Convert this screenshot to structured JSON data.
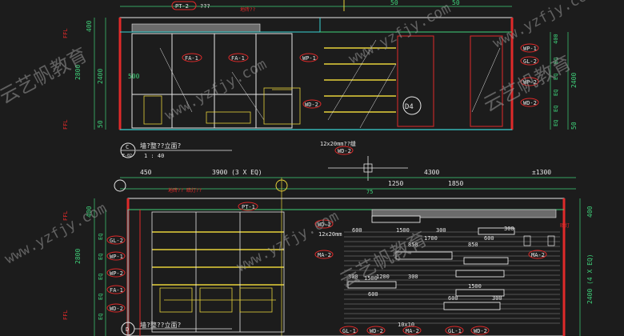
{
  "colors": {
    "background": "#1c1c1c",
    "wall_red": "#e02a2a",
    "dim_green": "#3fd27a",
    "yellow": "#e6d23a",
    "cyan": "#39d3d3",
    "white": "#e6e6e6",
    "magenta": "#d040c0",
    "tag_red": "#ff4040"
  },
  "watermark": {
    "text_en": "www.yzfjy.com",
    "text_cn": "云艺帆教育"
  },
  "top_view": {
    "ceiling_tags": [
      "PT-2",
      "???"
    ],
    "note_top": "地砖??",
    "dim_top": [
      "50",
      "50"
    ],
    "left_dims": [
      "400",
      "2800",
      "2400",
      "50"
    ],
    "right_dims": [
      "400",
      "EQ",
      "EQ",
      "EQ",
      "EQ",
      "EQ",
      "2400",
      "50"
    ],
    "material_tags_left": [
      "FA-1",
      "FA-1",
      "WP-1",
      "WD-2"
    ],
    "material_tags_right": [
      "WP-1",
      "GL-2",
      "WP-2",
      "WD-2"
    ],
    "dim_500": "500",
    "d4_label": "D4",
    "ffl": [
      "FFL",
      "FFL"
    ],
    "bottom_note": "12x20mm??缝",
    "bottom_tag": "WD-2",
    "section_id": "C",
    "section_sheet": "E-02",
    "section_title": "墙?整??立面?",
    "section_scale": "1 : 40"
  },
  "bottom_view": {
    "top_dims": [
      "450",
      "3900 (3 X EQ)",
      "4300",
      "1250",
      "1850",
      "±1300"
    ],
    "small_dims": [
      "75",
      "600",
      "1500",
      "300",
      "850",
      "1700",
      "850",
      "300",
      "600",
      "1500",
      "300",
      "1200",
      "300",
      "600",
      "1500",
      "300",
      "600",
      "10x10"
    ],
    "tags_left": [
      "GL-2",
      "WP-1",
      "WP-2",
      "FA-1",
      "WD-2"
    ],
    "left_dims": [
      "400",
      "2800",
      "EQ",
      "EQ",
      "EQ",
      "EQ",
      "EQ"
    ],
    "right_dims": [
      "400",
      "2400 (4 X EQ)"
    ],
    "mid_tags": [
      "PT-1",
      "WD-2",
      "MA-2",
      "MA-2"
    ],
    "bottom_tags": [
      "GL-1",
      "WD-2",
      "MA-2",
      "GL-1",
      "WD-2"
    ],
    "note_12x20": "12x20mm",
    "ffl": [
      "FFL",
      "FFL"
    ],
    "section_id": "D",
    "section_title": "墙?整??立面?",
    "header_note": "地砖?? 暗灯??",
    "right_note": "暗灯"
  }
}
